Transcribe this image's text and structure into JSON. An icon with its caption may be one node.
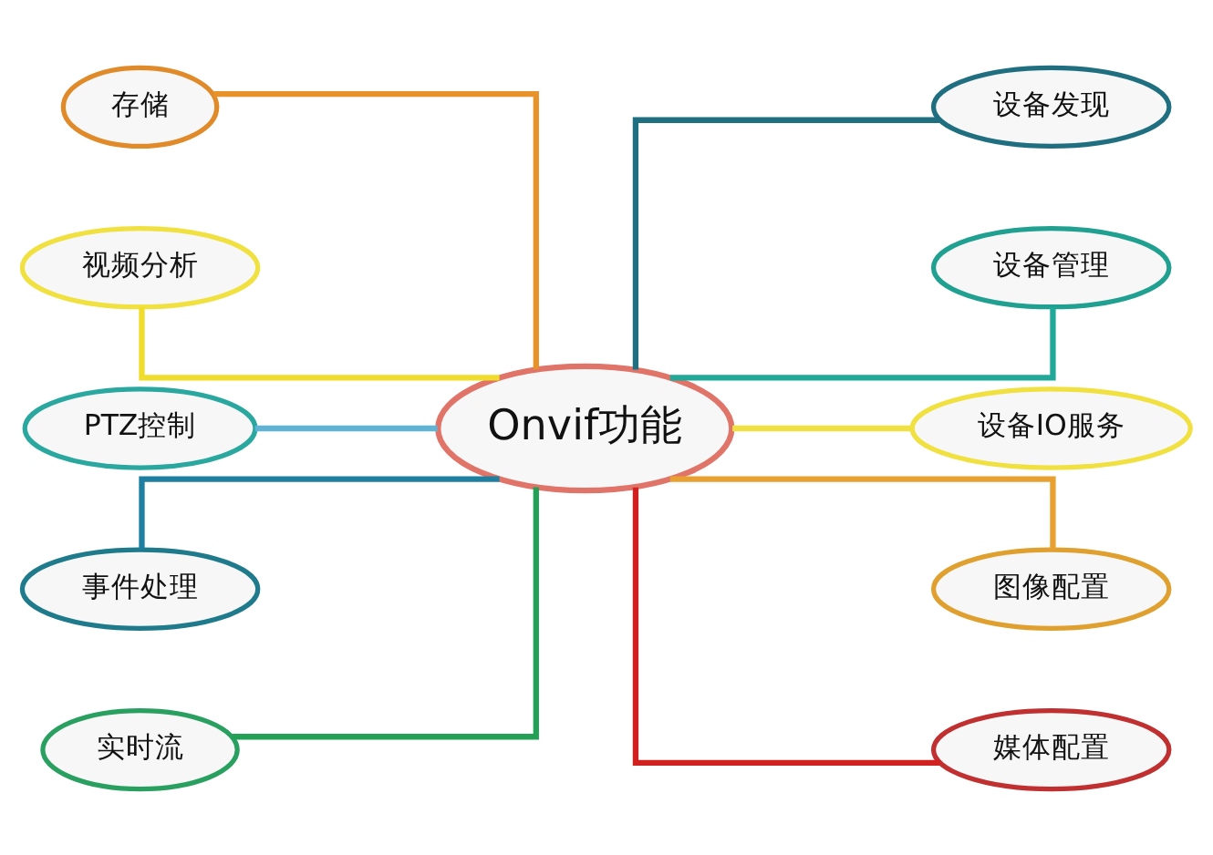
{
  "diagram": {
    "nodes": [
      {
        "text": [
          "Onvif功能"
        ]
      },
      {
        "text": [
          "存储"
        ]
      },
      {
        "text": [
          "视频分析"
        ]
      },
      {
        "text": [
          "PTZ控制"
        ]
      },
      {
        "text": [
          "事件处理"
        ]
      },
      {
        "text": [
          "实时流"
        ]
      },
      {
        "text": [
          "设备发现"
        ]
      },
      {
        "text": [
          "设备管理"
        ]
      },
      {
        "text": [
          "设备IO服务"
        ]
      },
      {
        "text": [
          "图像配置"
        ]
      },
      {
        "text": [
          "媒体配置"
        ]
      }
    ],
    "edges": [
      {
        "from": 1,
        "to": 0,
        "arrow": "none",
        "color": "#e8922a"
      },
      {
        "from": 2,
        "to": 0,
        "arrow": "none",
        "color": "#f0dc2a"
      },
      {
        "from": 3,
        "to": 0,
        "arrow": "none",
        "color": "#5fb4d6"
      },
      {
        "from": 4,
        "to": 0,
        "arrow": "none",
        "color": "#1f7fa0"
      },
      {
        "from": 5,
        "to": 0,
        "arrow": "none",
        "color": "#22a055"
      },
      {
        "from": 0,
        "to": 6,
        "arrow": "none",
        "color": "#1f6f80"
      },
      {
        "from": 0,
        "to": 7,
        "arrow": "none",
        "color": "#20a898"
      },
      {
        "from": 0,
        "to": 8,
        "arrow": "none",
        "color": "#f0e040"
      },
      {
        "from": 0,
        "to": 9,
        "arrow": "none",
        "color": "#e8a030"
      },
      {
        "from": 0,
        "to": 10,
        "arrow": "none",
        "color": "#d02020"
      }
    ]
  }
}
